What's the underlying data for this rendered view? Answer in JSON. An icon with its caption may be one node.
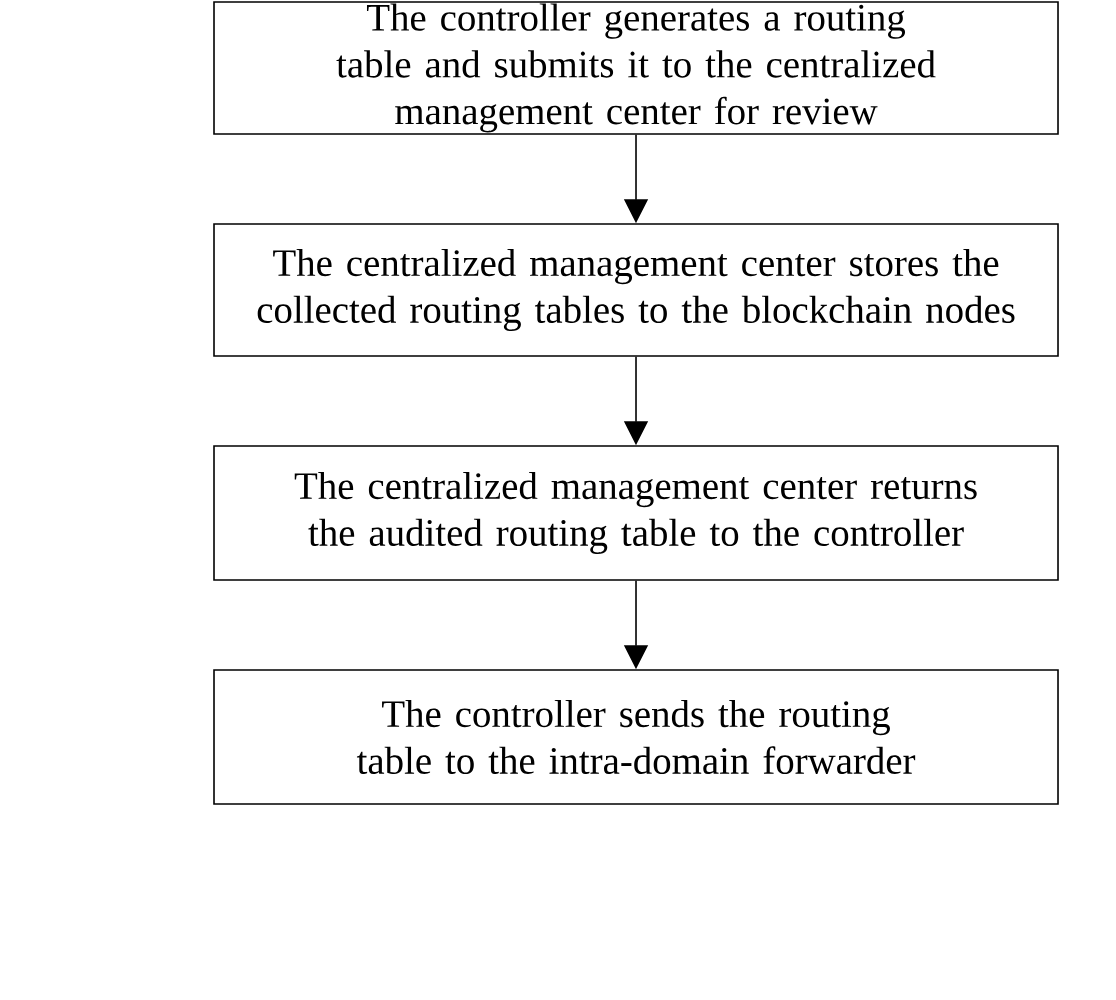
{
  "diagram": {
    "nodes": [
      {
        "text": [
          "The controller generates a routing table and submits it to the centralized management center for review"
        ]
      },
      {
        "text": [
          "The centralized management center stores the collected routing tables to the blockchain nodes"
        ]
      },
      {
        "text": [
          "The centralized management center returns the audited routing table to the controller"
        ]
      },
      {
        "text": [
          "The controller sends the routing table to the intra-domain forwarder"
        ]
      }
    ],
    "edges": [
      {
        "from": 0,
        "to": 1,
        "arrow": "to"
      },
      {
        "from": 1,
        "to": 2,
        "arrow": "to"
      },
      {
        "from": 2,
        "to": 3,
        "arrow": "to"
      }
    ]
  }
}
